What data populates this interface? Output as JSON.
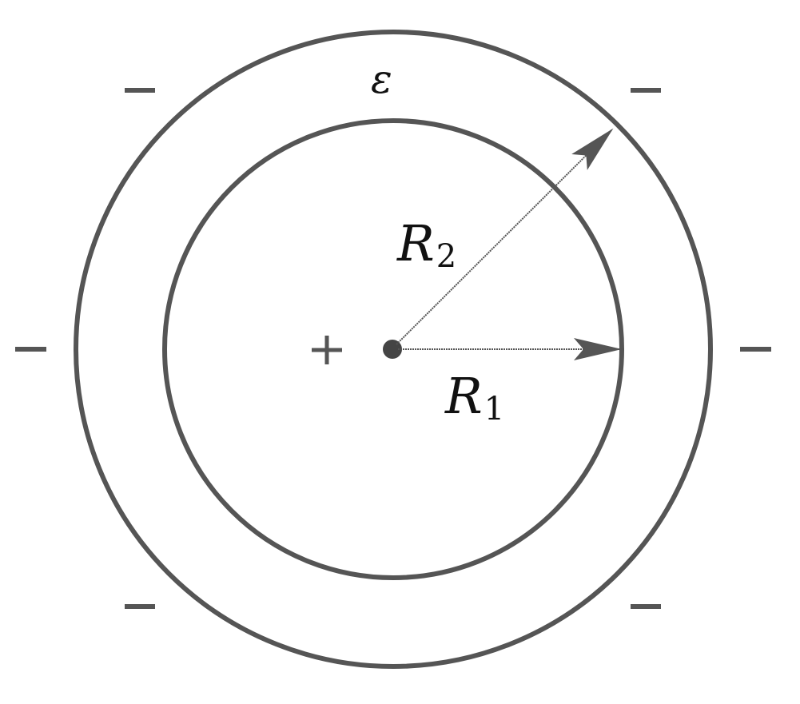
{
  "labels": {
    "permittivity": "ε",
    "inner_radius_letter": "R",
    "inner_radius_sub": "1",
    "outer_radius_letter": "R",
    "outer_radius_sub": "2",
    "center_charge_sign": "+",
    "outer_charge_sign": "−"
  },
  "colors": {
    "stroke": "#555555",
    "text": "#111111",
    "background": "#ffffff"
  }
}
